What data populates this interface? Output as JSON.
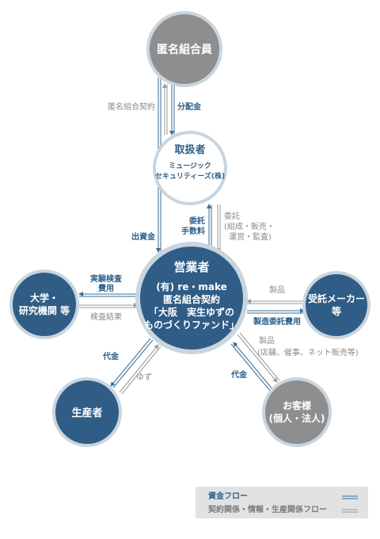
{
  "colors": {
    "fund_flow": "#3a6e99",
    "info_flow": "#9a9a9a",
    "node_blue": "#2f5d86",
    "node_gray": "#8e8e8e",
    "ring": "#c9d5de"
  },
  "nodes": {
    "investors": "匿名組合員",
    "handler": {
      "title": "取扱者",
      "line1": "ミュージック",
      "line2": "セキュリティーズ(株)"
    },
    "operator": {
      "title": "営業者",
      "line1": "(有) re・make",
      "line2": "匿名組合契約",
      "line3": "「大阪　実生ゆずの",
      "line4": "ものづくりファンド」"
    },
    "university": {
      "line1": "大学・",
      "line2": "研究機関 等"
    },
    "maker": {
      "line1": "受託メーカー",
      "line2": "等"
    },
    "producer": "生産者",
    "customer": {
      "line1": "お客様",
      "line2": "(個人・法人)"
    }
  },
  "labels": {
    "investor_contract": "匿名組合契約",
    "dividend": "分配金",
    "investment": "出資金",
    "commission_1": "委託",
    "commission_2": "手数料",
    "entrust_1": "委託",
    "entrust_2": "(組成・販売・",
    "entrust_3": "運営・監査)",
    "lab_fee_1": "実験検査",
    "lab_fee_2": "費用",
    "lab_result": "検査結果",
    "product": "製品",
    "manufacturing_fee": "製造委託費用",
    "product_customer_1": "製品",
    "product_customer_2": "(店舗、催事、ネット販売等)",
    "payment_customer": "代金",
    "payment_producer": "代金",
    "yuzu": "ゆず"
  },
  "legend": {
    "fund_flow": "資金フロー",
    "info_flow": "契約関係・情報・生産関係フロー"
  }
}
